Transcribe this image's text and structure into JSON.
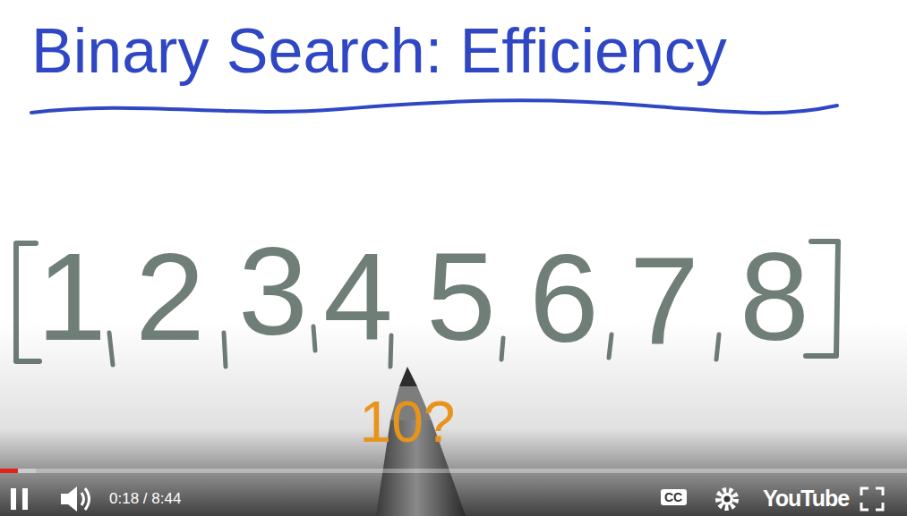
{
  "diagram": {
    "title": "Binary Search: Efficiency",
    "nodes": [
      {
        "text": [
          "CC"
        ]
      }
    ],
    "labels": [
      "1",
      "2",
      "3",
      "4",
      "5",
      "6",
      "7",
      "8",
      "10?",
      "0:18 / 8:44",
      "YouTube"
    ]
  }
}
